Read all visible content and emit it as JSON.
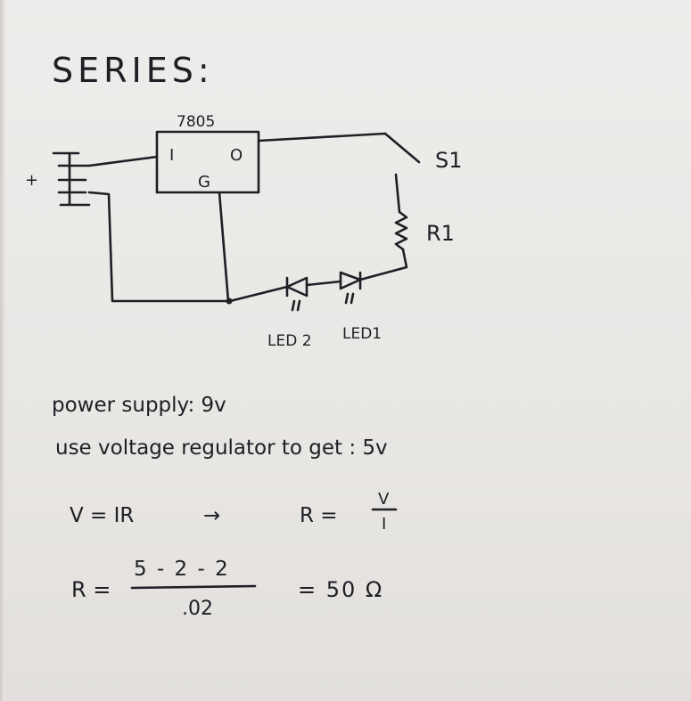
{
  "title": "SERIES:",
  "circuit": {
    "regulator_label": "7805",
    "pin_in": "I",
    "pin_out": "O",
    "pin_ground": "G",
    "plus_sign": "+",
    "switch_label": "S1",
    "resistor_label": "R1",
    "led2_label": "LED 2",
    "led1_label": "LED1"
  },
  "notes": {
    "power_supply": "power supply: 9v",
    "regulator_note": "use voltage regulator to get : 5v",
    "ohms_law": "V = IR",
    "arrow": "→",
    "rearranged_lhs": "R =",
    "rearranged_num": "V",
    "rearranged_den": "I",
    "calc_lhs": "R =",
    "calc_num": "5 - 2 - 2",
    "calc_den": ".02",
    "calc_result": "= 50 Ω"
  }
}
